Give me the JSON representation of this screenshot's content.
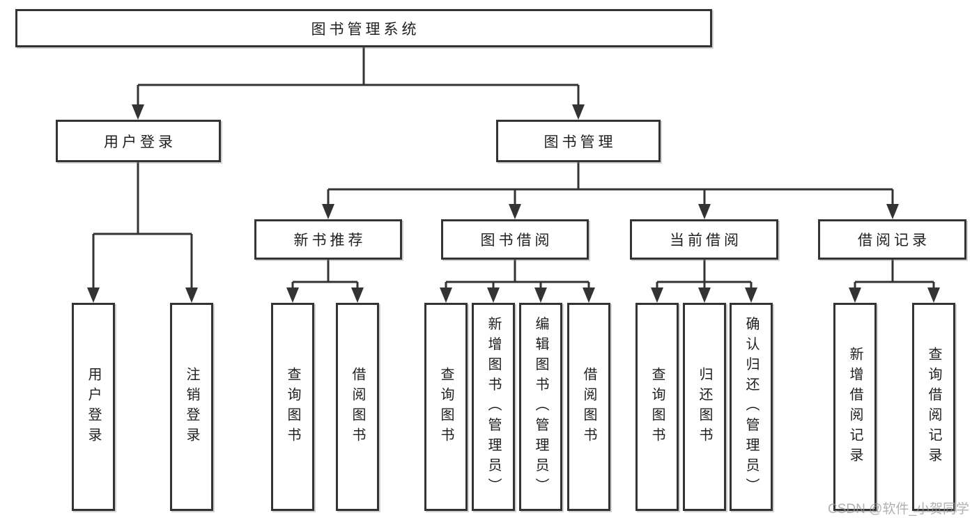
{
  "tree": {
    "root": "图书管理系统",
    "user_login_branch": {
      "label": "用户登录",
      "children": [
        "用户登录",
        "注销登录"
      ]
    },
    "book_mgmt_branch": {
      "label": "图书管理",
      "sections": [
        {
          "label": "新书推荐",
          "children": [
            "查询图书",
            "借阅图书"
          ]
        },
        {
          "label": "图书借阅",
          "children": [
            "查询图书",
            "新增图书（管理员）",
            "编辑图书（管理员）",
            "借阅图书"
          ]
        },
        {
          "label": "当前借阅",
          "children": [
            "查询图书",
            "归还图书",
            "确认归还（管理员）"
          ]
        },
        {
          "label": "借阅记录",
          "children": [
            "新增借阅记录",
            "查询借阅记录"
          ]
        }
      ]
    }
  },
  "watermark": "CSDN @软件_小贺同学",
  "colors": {
    "line": "#333333",
    "box_border": "#333333",
    "text": "#1f1f1f",
    "background": "#ffffff",
    "watermark": "#969696"
  }
}
